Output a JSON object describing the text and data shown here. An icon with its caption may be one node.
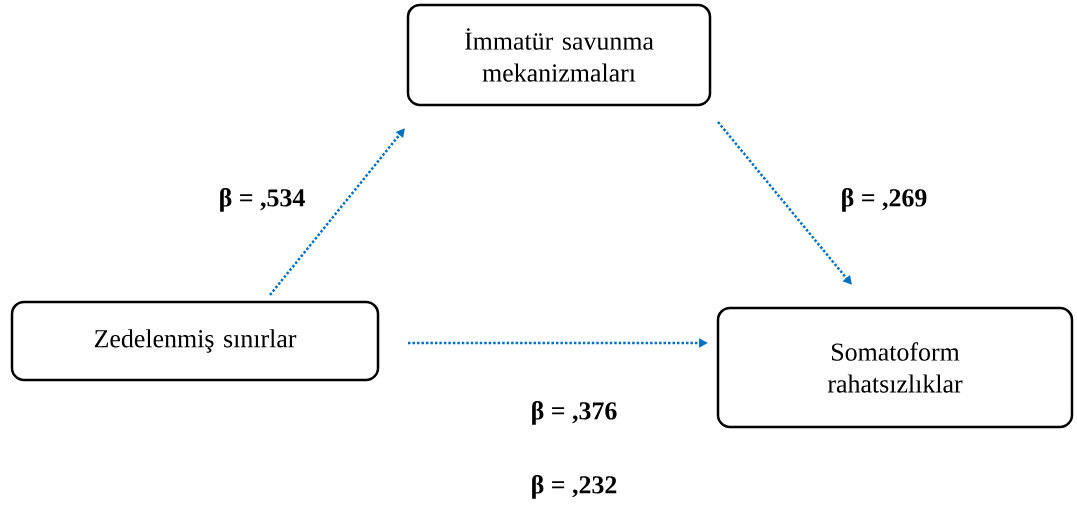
{
  "diagram": {
    "nodes": [
      {
        "text": [
          "İmmatür savunma mekanizmaları"
        ]
      },
      {
        "text": [
          "Zedelenmiş sınırlar"
        ]
      },
      {
        "text": [
          "Somatoform rahatsızlıklar"
        ]
      }
    ],
    "edges": [
      {
        "from": 1,
        "to": 0,
        "arrow": "to",
        "label": "β = ,534"
      },
      {
        "from": 0,
        "to": 2,
        "arrow": "to",
        "label": "β = ,269"
      },
      {
        "from": 1,
        "to": 2,
        "arrow": "to",
        "label": "β = ,376"
      }
    ],
    "labels": [
      "β = ,232"
    ]
  }
}
